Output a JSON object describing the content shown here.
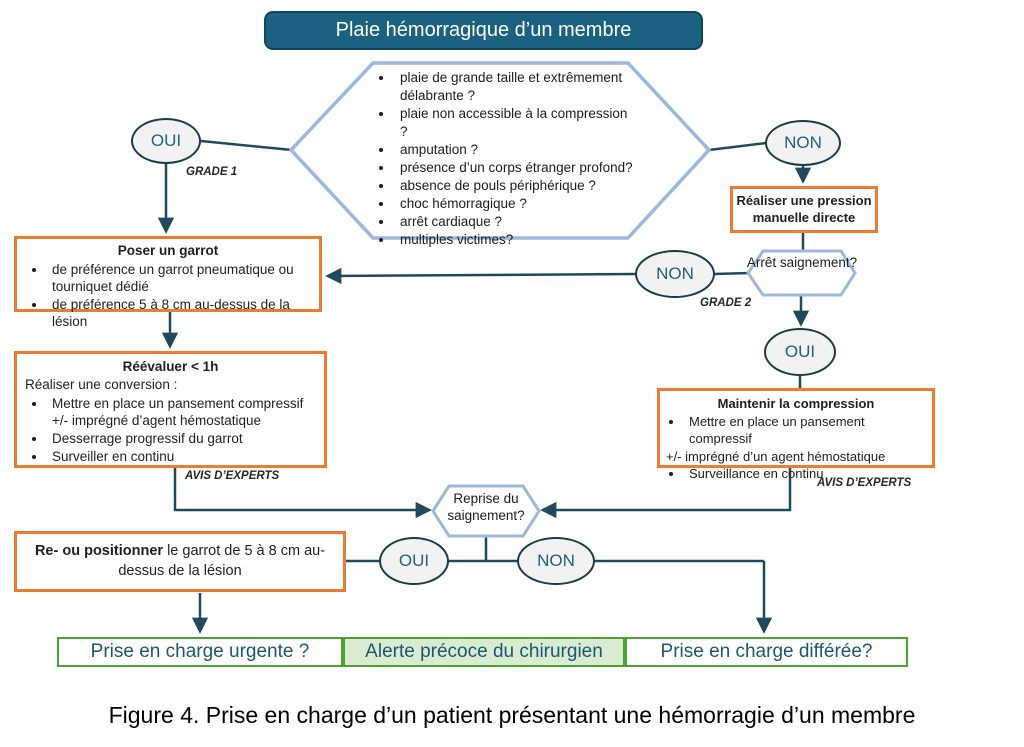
{
  "colors": {
    "node_bg": "#1B6180",
    "line": "#1F4A5E",
    "orange": "#ED7C31",
    "hex_blue": "#9CB8DC",
    "green": "#4CA330",
    "light_green": "#D9EBD0",
    "ellipse_fill": "#F2F2F2",
    "ellipse_text": "#1F6180",
    "outcome_text": "#1D5670"
  },
  "start": {
    "label": "Plaie hémorragique d’un membre"
  },
  "criteria": {
    "items": [
      "plaie de grande taille et extrêmement délabrante ?",
      "plaie non accessible à la compression ?",
      "amputation ?",
      "présence d’un corps étranger profond?",
      "absence de pouls périphérique ?",
      "choc hémorragique ?",
      "arrêt cardiaque ?",
      "multiples victimes?"
    ]
  },
  "connectors": {
    "oui_top": "OUI",
    "non_top": "NON",
    "grade1": "GRADE 1",
    "grade2": "GRADE 2",
    "non_mid": "NON",
    "oui_mid": "OUI",
    "oui_bottom": "OUI",
    "non_bottom": "NON",
    "avis_left": "AVIS D’EXPERTS",
    "avis_right": "AVIS D’EXPERTS"
  },
  "decisions": {
    "arret": "Arrêt saignement?",
    "reprise": "Reprise du saignement?"
  },
  "actions": {
    "pression": "Réaliser une pression manuelle directe",
    "poser": {
      "title": "Poser un garrot",
      "items": [
        "de préférence un garrot pneumatique ou tourniquet dédié",
        "de préférence 5 à 8 cm au-dessus de la lésion"
      ]
    },
    "reevaluer": {
      "title": "Réévaluer < 1h",
      "intro": "Réaliser une conversion :",
      "items": [
        "Mettre en place un pansement compressif +/- imprégné d’agent hémostatique",
        "Desserrage progressif du garrot",
        "Surveiller en continu"
      ]
    },
    "maintenir": {
      "title": "Maintenir la compression",
      "item_bullet1": "Mettre en place un pansement compressif",
      "item_plain": "+/- imprégné d’un agent hémostatique",
      "item_bullet2": "Surveillance en continu"
    },
    "repositionner": {
      "bold": "Re- ou positionner",
      "rest": " le garrot de 5 à 8 cm au-dessus de la lésion"
    }
  },
  "outcomes": [
    "Prise en charge urgente ?",
    "Alerte précoce du chirurgien",
    "Prise en charge différée?"
  ],
  "caption": "Figure 4. Prise en charge d’un patient présentant une hémorragie d’un membre"
}
